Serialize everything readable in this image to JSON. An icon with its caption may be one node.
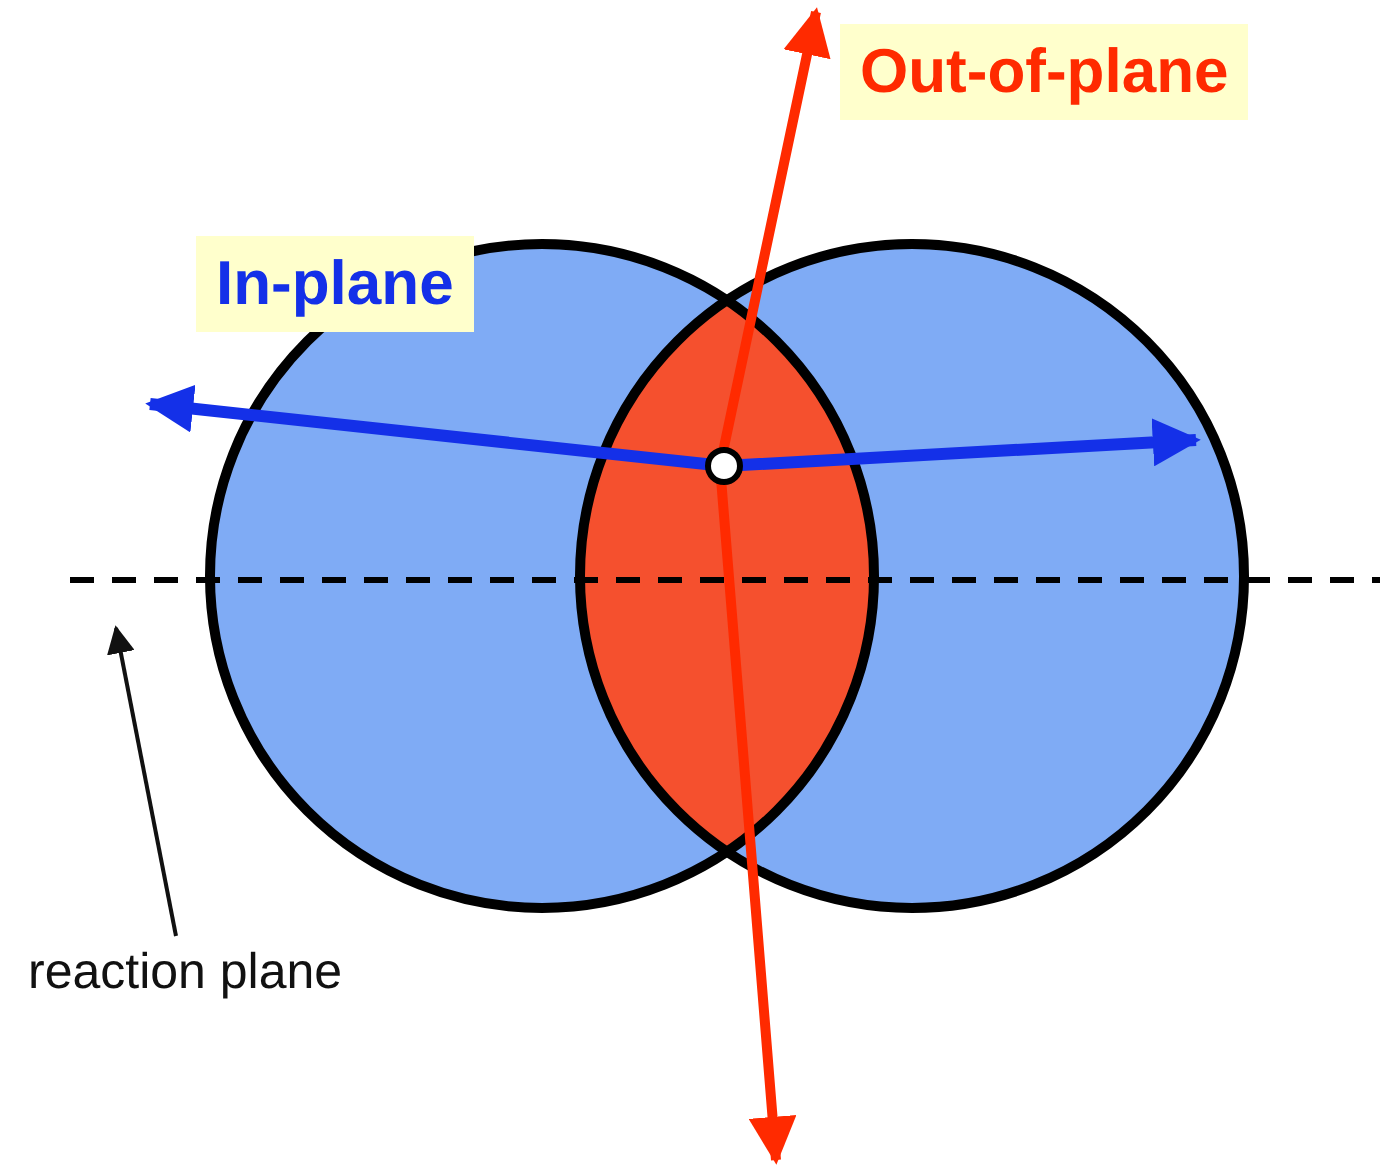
{
  "diagram": {
    "nodes": [
      {
        "text": [
          "reaction plane"
        ]
      },
      {
        "text": [],
        "shape": "line"
      }
    ],
    "edges": [
      {
        "from": 0,
        "to": 1,
        "arrow": "to"
      }
    ],
    "labels": [
      "In-plane",
      "Out-of-plane"
    ]
  }
}
